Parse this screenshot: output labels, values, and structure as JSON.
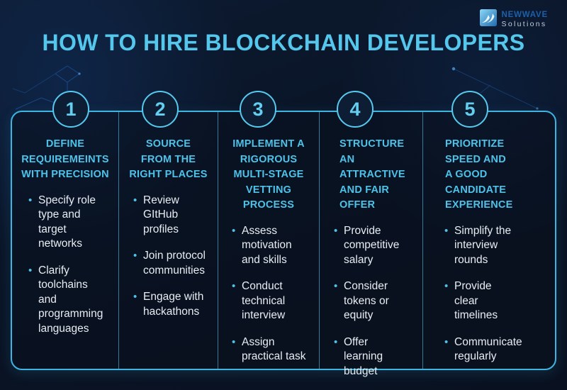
{
  "brand": {
    "name": "NEWWAVE",
    "subtitle": "Solutions"
  },
  "title": "HOW TO HIRE BLOCKCHAIN DEVELOPERS",
  "colors": {
    "background": "#0a1426",
    "accent_cyan": "#4ec3ea",
    "panel_border": "#3cb6e0",
    "body_text": "#e8edf3",
    "brand_blue": "#1d5fa8",
    "brand_gray": "#c3cedb"
  },
  "steps": [
    {
      "number": "1",
      "align": "center",
      "heading": "DEFINE\nREQUIREMEINTS\nWITH PRECISION",
      "bullets": [
        "Specify role\ntype and\ntarget\nnetworks",
        "Clarify\ntoolchains\nand\nprogramming\nlanguages"
      ]
    },
    {
      "number": "2",
      "align": "center",
      "heading": "SOURCE\nFROM THE\nRIGHT PLACES",
      "bullets": [
        "Review\nGItHub\nprofiles",
        "Join protocol\ncommunities",
        "Engage with\nhackathons"
      ]
    },
    {
      "number": "3",
      "align": "center",
      "heading": "IMPLEMENT A\nRIGOROUS\nMULTI-STAGE\nVETTING PROCESS",
      "bullets": [
        "Assess\nmotivation\nand skills",
        "Conduct\ntechnical\ninterview",
        "Assign\npractical task"
      ]
    },
    {
      "number": "4",
      "align": "left",
      "heading": "STRUCTURE\nAN ATTRACTIVE\nAND FAIR\nOFFER",
      "bullets": [
        "Provide\ncompetitive\nsalary",
        "Consider\ntokens or\nequity",
        "Offer\nlearning\nbudget"
      ]
    },
    {
      "number": "5",
      "align": "left",
      "heading": "PRIORITIZE\nSPEED AND\nA GOOD\nCANDIDATE\nEXPERIENCE",
      "bullets": [
        "Simplify the\ninterview\nrounds",
        "Provide\nclear\ntimelines",
        "Communicate\nregularly"
      ]
    }
  ]
}
